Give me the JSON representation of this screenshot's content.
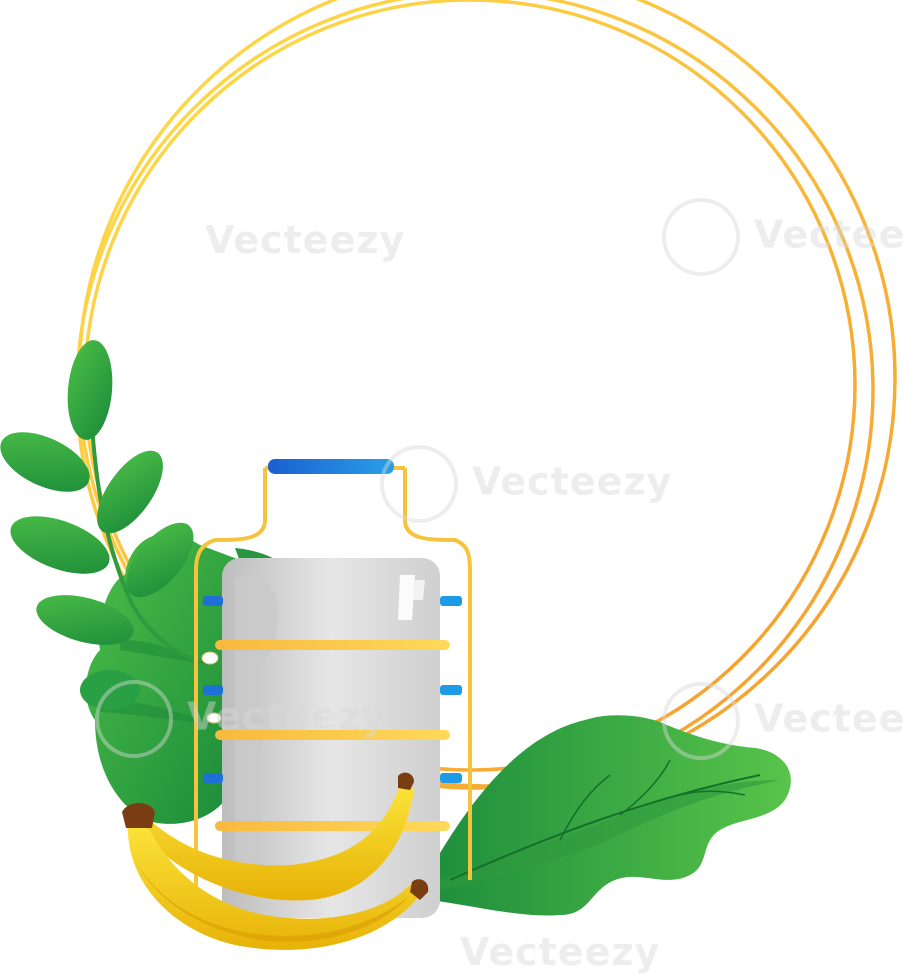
{
  "watermark": {
    "text": "Vecteezy"
  },
  "colors": {
    "ring_yellow": "#ffd43a",
    "ring_orange": "#f9a631",
    "leaf_dark": "#1f8f3a",
    "leaf_mid": "#2fa447",
    "leaf_light": "#5dc54a",
    "tiffin_body": "#dcdcdc",
    "tiffin_band": "#f8c447",
    "tiffin_handle": "#1e6fd6",
    "banana": "#f5d21a",
    "banana_tip": "#7a3c12"
  },
  "icons": [
    "gold-ring-frame",
    "leaf-sprig",
    "monstera-leaf",
    "oak-leaf",
    "tiffin-carrier",
    "banana-bunch"
  ]
}
